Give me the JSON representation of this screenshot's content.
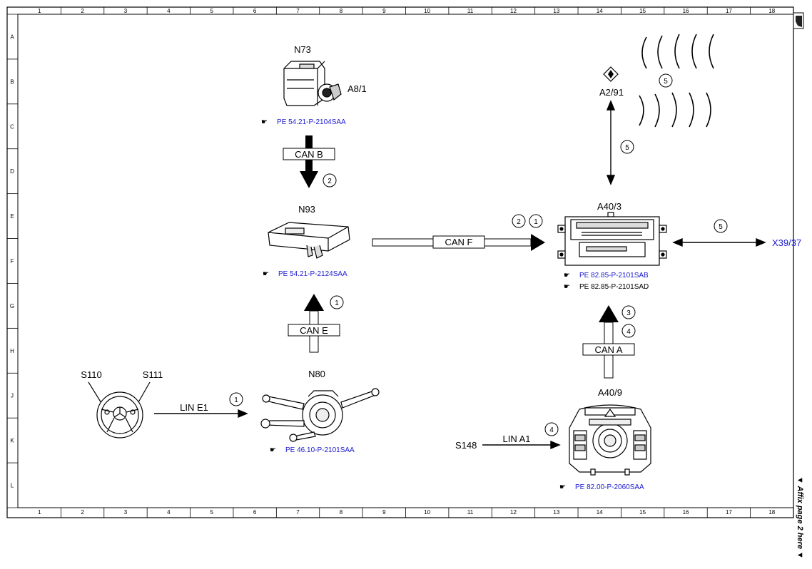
{
  "grid": {
    "columns": [
      "1",
      "2",
      "3",
      "4",
      "5",
      "6",
      "7",
      "8",
      "9",
      "10",
      "11",
      "12",
      "13",
      "14",
      "15",
      "16",
      "17",
      "18"
    ],
    "rows": [
      "A",
      "B",
      "C",
      "D",
      "E",
      "F",
      "G",
      "H",
      "J",
      "K",
      "L"
    ]
  },
  "components": {
    "n73": "N73",
    "a8_1": "A8/1",
    "n93": "N93",
    "n80": "N80",
    "s110": "S110",
    "s111": "S111",
    "a2_91": "A2/91",
    "a40_3": "A40/3",
    "a40_9": "A40/9",
    "s148": "S148",
    "x39_37": "X39/37"
  },
  "references": {
    "n73": "PE 54.21-P-2104SAA",
    "n93": "PE 54.21-P-2124SAA",
    "n80": "PE 46.10-P-2101SAA",
    "a40_3_a": "PE 82.85-P-2101SAB",
    "a40_3_b": "PE 82.85-P-2101SAD",
    "a40_9": "PE 82.00-P-2060SAA"
  },
  "buses": {
    "can_b": "CAN B",
    "can_e": "CAN E",
    "can_f": "CAN F",
    "can_a": "CAN A",
    "lin_e1": "LIN E1",
    "lin_a1": "LIN A1"
  },
  "markers": {
    "m1": "1",
    "m2": "2",
    "m3": "3",
    "m4": "4",
    "m5": "5"
  },
  "side_note": "▼ Affix page 2 here ▼",
  "colors": {
    "reference": "#1a1ad0",
    "line": "#000000"
  }
}
